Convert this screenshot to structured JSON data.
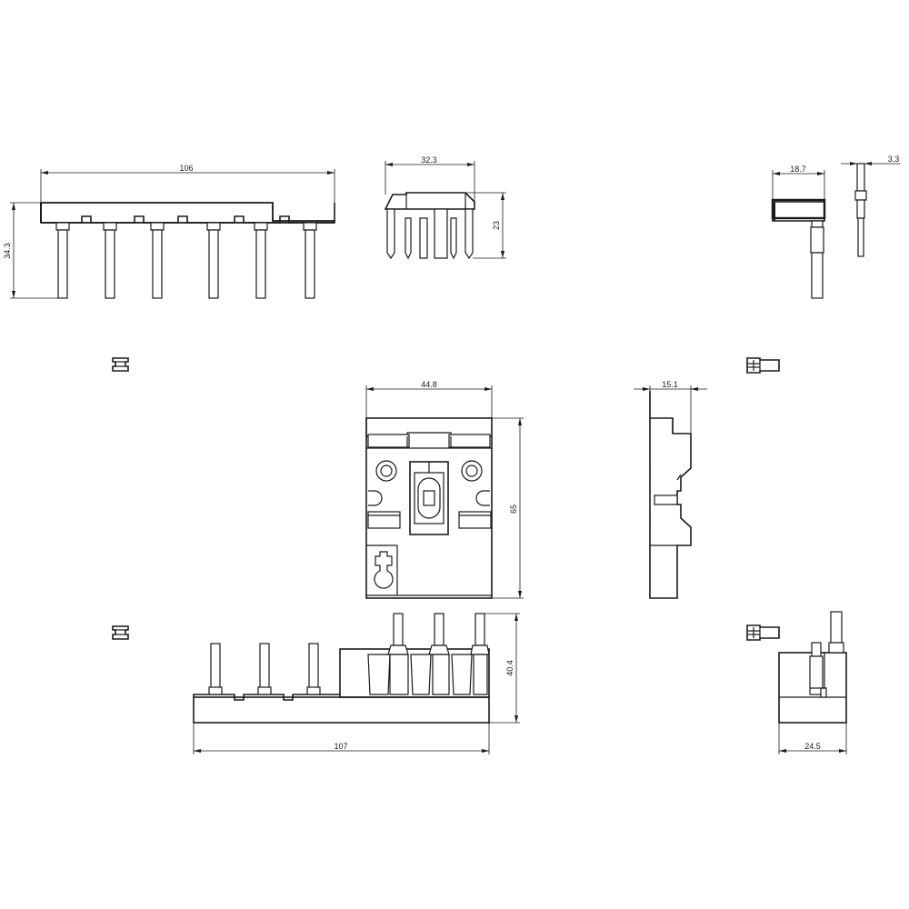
{
  "dimensions": {
    "top_left_width": "106",
    "top_left_height": "34.3",
    "top_mid_width": "32.3",
    "top_mid_height": "23",
    "top_right_width": "18.7",
    "top_right_pin": "3.3",
    "center_width": "44.8",
    "center_height": "65",
    "side_width": "15.1",
    "bottom_width": "107",
    "bottom_height": "40.4",
    "bottom_right_width": "24.5"
  }
}
